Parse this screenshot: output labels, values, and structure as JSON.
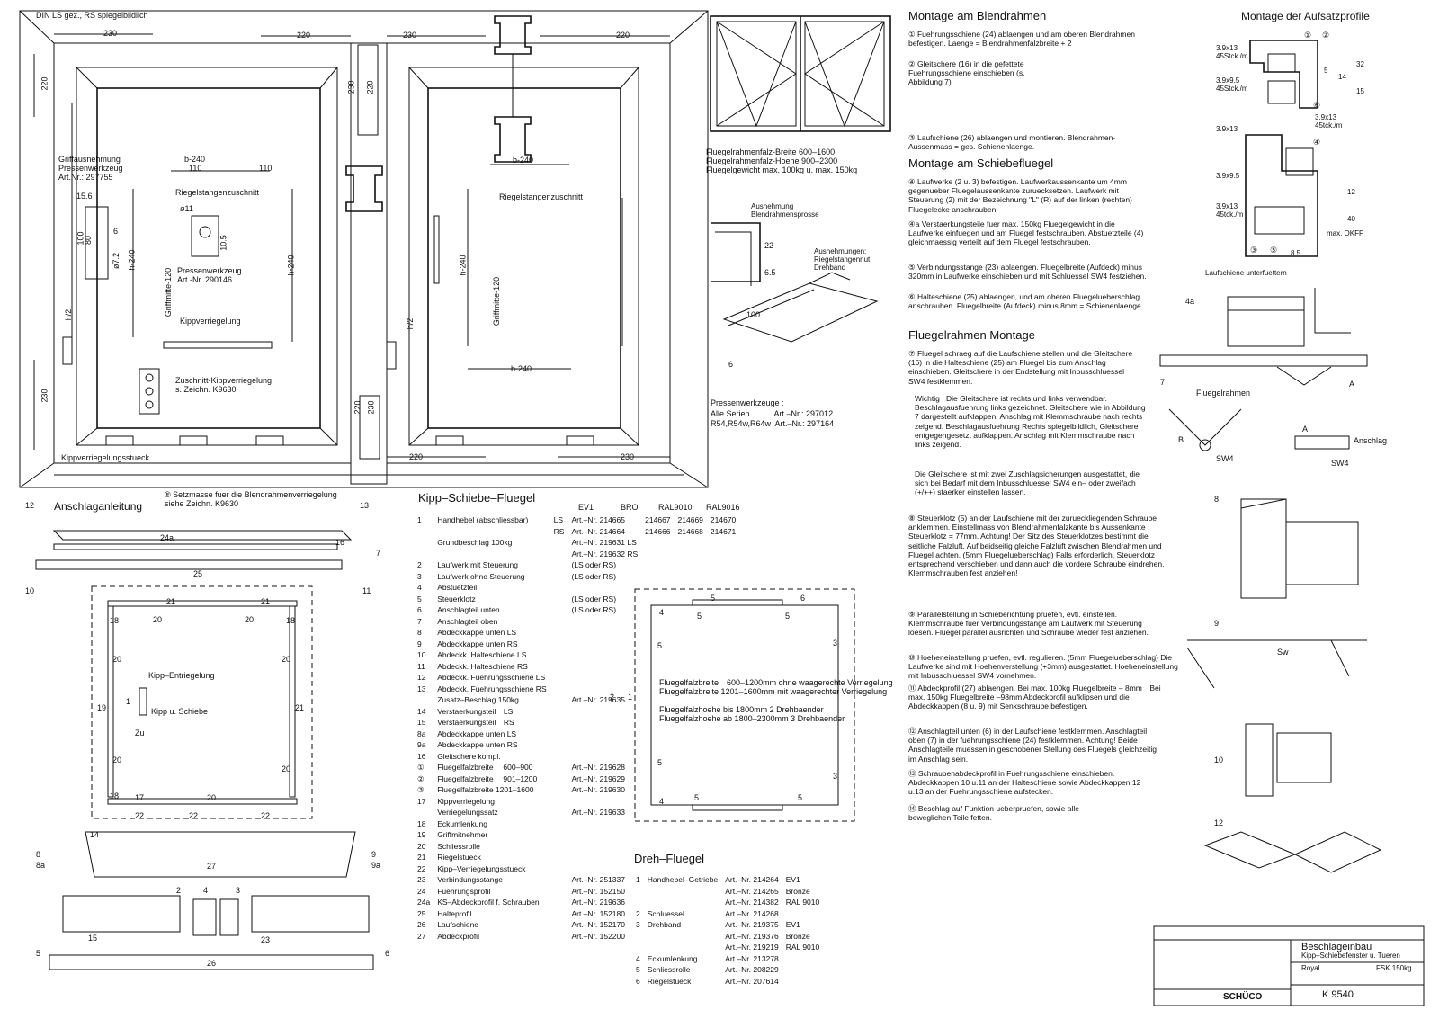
{
  "header": {
    "note": "DIN LS gez., RS spiegelbildlich"
  },
  "frame_drawing": {
    "dims": [
      "230",
      "220",
      "230",
      "220",
      "220",
      "230",
      "230",
      "220",
      "230",
      "220",
      "230",
      "220"
    ],
    "labels": {
      "griffausnehmung": [
        "Griffausnehmung",
        "Pressenwerkzeug",
        "Art.Nr.: 297755"
      ],
      "riegelstange_left": "Riegelstangenzuschnitt",
      "riegelstange_right": "Riegelstangenzuschnitt",
      "b240": "b-240",
      "d110": "110",
      "pressen": [
        "Pressenwerkzeug",
        "Art.-Nr. 290146"
      ],
      "kippverriegelung": "Kippverriegelung",
      "zuschnitt": [
        "Zuschnitt-Kippverriegelung",
        "s. Zeichn. K9630"
      ],
      "kippstueck": "Kippverriegelungsstueck",
      "h240": "h-240",
      "h2": "h/2",
      "griffmitte": "Griffmitte-120",
      "setzmasse": [
        "® Setzmasse fuer die Blendrahmenverriegelung",
        "siehe Zeichn. K9630"
      ],
      "d156": "15.6",
      "d100": "100",
      "d80": "80",
      "d72": "ø7.2",
      "d6": "6",
      "d11": "ø11",
      "d105": "10.5"
    }
  },
  "window_block": {
    "specs": [
      "Fluegelrahmenfalz-Breite 600–1600",
      "Fluegelrahmenfalz-Hoehe 900–2300",
      "Fluegelgewicht max. 100kg u. max. 150kg"
    ],
    "ausnehmung": [
      "Ausnehmung",
      "Blendrahmensprosse"
    ],
    "ausnehmungen": [
      "Ausnehmungen:",
      "Riegelstangennut",
      "Drehband"
    ],
    "d22": "22",
    "d65": "6.5",
    "d100": "100",
    "d6": "6",
    "pressen_title": "Pressenwerkzeuge :",
    "pressen_rows": [
      [
        "Alle Serien",
        "Art.–Nr.: 297012"
      ],
      [
        "R54,R54w,R64w",
        "Art.–Nr.: 297164"
      ]
    ]
  },
  "montage": {
    "blendrahmen_title": "Montage am Blendrahmen",
    "steps_blend": [
      {
        "n": "1",
        "text": "Fuehrungsschiene (24) ablaengen und am oberen Blendrahmen befestigen. Laenge = Blendrahmenfalzbreite + 2"
      },
      {
        "n": "2",
        "text": "Gleitschere (16) in die gefettete Fuehrungsschiene einschieben (s. Abbildung 7)"
      },
      {
        "n": "3",
        "text": "Laufschiene (26) ablaengen und montieren. Blendrahmen-Aussenmass = ges. Schienenlaenge."
      }
    ],
    "schiebe_title": "Montage am Schiebefluegel",
    "steps_schiebe": [
      {
        "n": "4",
        "text": "Laufwerke (2 u. 3) befestigen. Laufwerkaussenkante um 4mm gegenueber Fluegelaussenkante zuruecksetzen. Laufwerk mit Steuerung (2) mit der Bezeichnung \"L\" (R) auf der linken (rechten) Fluegelecke anschrauben."
      },
      {
        "n": "4a",
        "text": "Verstaerkungsteile fuer max. 150kg Fluegelgewicht in die Laufwerke einfuegen und am Fluegel festschrauben. Abstuetzteile (4) gleichmaessig verteilt auf dem Fluegel festschrauben."
      },
      {
        "n": "5",
        "text": "Verbindungsstange (23) ablaengen. Fluegelbreite (Aufdeck) minus 320mm in Laufwerke einschieben und mit Schluessel SW4 festziehen."
      },
      {
        "n": "6",
        "text": "Halteschiene (25) ablaengen, und am oberen Fluegelueberschlag anschrauben. Fluegelbreite (Aufdeck) minus 8mm = Schienenlaenge."
      }
    ],
    "fluegel_title": "Fluegelrahmen Montage",
    "steps_fluegel": [
      {
        "n": "7",
        "text": "Fluegel schraeg auf die Laufschiene stellen und die Gleitschere (16) in die Halteschiene (25) am Fluegel bis zum Anschlag einschieben. Gleitschere in der Endstellung mit Inbusschluessel SW4 festklemmen."
      },
      {
        "n": "",
        "text": "Wichtig ! Die Gleitschere ist rechts und links verwendbar. Beschlagausfuehrung links gezeichnet. Gleitschere wie in Abbildung 7 dargestellt aufklappen. Anschlag mit Klemmschraube nach rechts zeigend. Beschlagausfuehrung Rechts spiegelbildlich, Gleitschere entgegengesetzt aufklappen. Anschlag mit Klemmschraube nach links zeigend."
      },
      {
        "n": "",
        "text": "Die Gleitschere ist mit zwei Zuschlagsicherungen ausgestattet, die sich bei Bedarf mit dem Inbusschluessel SW4 ein– oder zweifach (+/++) staerker einstellen lassen."
      },
      {
        "n": "8",
        "text": "Steuerklotz (5) an der Laufschiene mit der zurueckliegenden Schraube anklemmen. Einstellmass von Blendrahmenfalzkante bis Aussenkante Steuerklotz = 77mm. Achtung! Der Sitz des Steuerklotzes bestimmt die seitliche Falzluft. Auf beidseitig gleiche Falzluft zwischen Blendrahmen und Fluegel achten. (5mm Fluegelueberschlag) Falls erforderlich, Steuerklotz entsprechend verschieben und dann auch die vordere Schraube eindrehen. Klemmschrauben fest anziehen!"
      },
      {
        "n": "9",
        "text": "Parallelstellung in Schieberichtung pruefen, evtl. einstellen. Klemmschraube fuer Verbindungsstange am Laufwerk mit Steuerung loesen. Fluegel parallel ausrichten und Schraube wieder fest anziehen."
      },
      {
        "n": "10",
        "text": "Hoeheneinstellung pruefen, evtl. regulieren. (5mm Fluegelueberschlag) Die Laufwerke sind mit Hoehenverstellung (+3mm) ausgestattet. Hoeheneinstellung mit Inbusschluessel SW4 vornehmen."
      },
      {
        "n": "11",
        "text": "Abdeckprofil (27) ablaengen. Bei max. 100kg Fluegelbreite – 8mm Bei max. 150kg Fluegelbreite –98mm Abdeckprofil aufklipsen und die Abdeckkappen (8 u. 9) mit Senkschraube befestigen."
      },
      {
        "n": "12",
        "text": "Anschlagteil unten (6) in der Laufschiene festklemmen. Anschlagteil oben (7) in der fuehrungsschiene (24) festklemmen. Achtung! Beide Anschlagteile muessen in geschobener Stellung des Fluegels gleichzeitig im Anschlag sein."
      },
      {
        "n": "13",
        "text": "Schraubenabdeckprofil in Fuehrungsschiene einschieben. Abdeckkappen 10 u.11 an der Halteschiene sowie Abdeckkappen 12 u.13 an der Fuehrungsschiene aufstecken."
      },
      {
        "n": "14",
        "text": "Beschlag auf Funktion ueberpruefen, sowie alle beweglichen Teile fetten."
      }
    ]
  },
  "aufsatz": {
    "title": "Montage der Aufsatzprofile",
    "labels": [
      "3.9x13",
      "45Stck./m",
      "3.9x9.5",
      "45Stck./m",
      "3.9x13",
      "45tck./m",
      "3.9x13",
      "3.9x9.5",
      "3.9x13",
      "45tck./m",
      "max. OKFF",
      "Laufschiene unterfuettern"
    ],
    "dims": [
      "5",
      "14",
      "32",
      "15",
      "12",
      "40",
      "8.5"
    ],
    "circles": [
      "1",
      "2",
      "6",
      "4",
      "3",
      "5"
    ]
  },
  "figures": {
    "fig7": "7",
    "fluegelrahmen": "Fluegelrahmen",
    "B": "B",
    "A": "A",
    "sw4": "SW4",
    "anschlag": "Anschlag",
    "fig8": "8",
    "fig9": "9",
    "fig10": "10",
    "fig12": "12",
    "fig4a": "4a",
    "sw": "Sw"
  },
  "anschlag": {
    "title": "Anschlaganleitung",
    "parts_top": [
      "12",
      "13",
      "24a",
      "16",
      "7",
      "25",
      "10",
      "11"
    ],
    "inner": [
      "21",
      "21",
      "20",
      "20",
      "18",
      "18",
      "20",
      "20",
      "19",
      "21",
      "20",
      "20",
      "17",
      "20",
      "18",
      "22",
      "22",
      "22",
      "1"
    ],
    "kipp_entriegelung": "Kipp–Entriegelung",
    "kipp_schiebe": "Kipp u. Schiebe",
    "zu": "Zu",
    "bottom": [
      "8",
      "8a",
      "14",
      "27",
      "9",
      "9a",
      "2",
      "4",
      "3",
      "15",
      "23",
      "5",
      "26",
      "6"
    ]
  },
  "dreh_diagram": {
    "nums": [
      "5",
      "6",
      "5",
      "5",
      "4",
      "3",
      "5",
      "5",
      "2",
      "1",
      "5",
      "3",
      "4",
      "5",
      "5"
    ],
    "notes": [
      "Fluegelfalzbreite 600–1200mm ohne waagerechte Verriegelung",
      "Fluegelfalzbreite 1201–1600mm mit waagerechter Verriegelung",
      "",
      "Fluegelfalzhoehe bis 1800mm 2 Drehbaender",
      "Fluegelfalzhoehe ab 1800–2300mm 3 Drehbaender"
    ]
  },
  "parts_list": {
    "title": "Kipp–Schiebe–Fluegel",
    "columns": [
      "EV1",
      "BRO",
      "RAL9010",
      "RAL9016"
    ],
    "rows": [
      [
        "1",
        "Handhebel (abschliessbar)",
        "LS",
        "Art.–Nr. 214665",
        "214667",
        "214669",
        "214670"
      ],
      [
        "",
        "",
        "RS",
        "Art.–Nr. 214664",
        "214666",
        "214668",
        "214671"
      ],
      [
        "",
        "",
        "",
        "",
        "",
        "",
        ""
      ],
      [
        "",
        "Grundbeschlag 100kg",
        "",
        "Art.–Nr. 219631 LS",
        "",
        "",
        ""
      ],
      [
        "",
        "",
        "",
        "Art.–Nr. 219632 RS",
        "",
        "",
        ""
      ],
      [
        "2",
        "Laufwerk mit Steuerung",
        "",
        "(LS oder RS)",
        "",
        "",
        ""
      ],
      [
        "3",
        "Laufwerk ohne Steuerung",
        "",
        "(LS oder RS)",
        "",
        "",
        ""
      ],
      [
        "4",
        "Abstuetzteil",
        "",
        "",
        "",
        "",
        ""
      ],
      [
        "5",
        "Steuerklotz",
        "",
        "(LS oder RS)",
        "",
        "",
        ""
      ],
      [
        "6",
        "Anschlagteil unten",
        "",
        "(LS oder RS)",
        "",
        "",
        ""
      ],
      [
        "7",
        "Anschlagteil oben",
        "",
        "",
        "",
        "",
        ""
      ],
      [
        "8",
        "Abdeckkappe unten LS",
        "",
        "",
        "",
        "",
        ""
      ],
      [
        "9",
        "Abdeckkappe unten RS",
        "",
        "",
        "",
        "",
        ""
      ],
      [
        "10",
        "Abdeckk. Halteschiene LS",
        "",
        "",
        "",
        "",
        ""
      ],
      [
        "11",
        "Abdeckk. Halteschiene RS",
        "",
        "",
        "",
        "",
        ""
      ],
      [
        "12",
        "Abdeckk. Fuehrungsschiene LS",
        "",
        "",
        "",
        "",
        ""
      ],
      [
        "13",
        "Abdeckk. Fuehrungsschiene RS",
        "",
        "",
        "",
        "",
        ""
      ],
      [
        "",
        "Zusatz–Beschlag 150kg",
        "",
        "Art.–Nr. 219635",
        "",
        "",
        ""
      ],
      [
        "14",
        "Verstaerkungsteil LS",
        "",
        "",
        "",
        "",
        ""
      ],
      [
        "15",
        "Verstaerkungsteil RS",
        "",
        "",
        "",
        "",
        ""
      ],
      [
        "8a",
        "Abdeckkappe unten LS",
        "",
        "",
        "",
        "",
        ""
      ],
      [
        "9a",
        "Abdeckkappe unten RS",
        "",
        "",
        "",
        "",
        ""
      ],
      [
        "16",
        "Gleitschere kompl.",
        "",
        "",
        "",
        "",
        ""
      ],
      [
        "①",
        "Fluegelfalzbreite  600–900",
        "",
        "Art.–Nr. 219628",
        "",
        "",
        ""
      ],
      [
        "②",
        "Fluegelfalzbreite  901–1200",
        "",
        "Art.–Nr. 219629",
        "",
        "",
        ""
      ],
      [
        "③",
        "Fluegelfalzbreite 1201–1600",
        "",
        "Art.–Nr. 219630",
        "",
        "",
        ""
      ],
      [
        "17",
        "Kippverriegelung",
        "",
        "",
        "",
        "",
        ""
      ],
      [
        "",
        "Verriegelungssatz",
        "",
        "Art.–Nr. 219633",
        "",
        "",
        ""
      ],
      [
        "18",
        "Eckumlenkung",
        "",
        "",
        "",
        "",
        ""
      ],
      [
        "19",
        "Griffmitnehmer",
        "",
        "",
        "",
        "",
        ""
      ],
      [
        "20",
        "Schliessrolle",
        "",
        "",
        "",
        "",
        ""
      ],
      [
        "21",
        "Riegelstueck",
        "",
        "",
        "",
        "",
        ""
      ],
      [
        "22",
        "Kipp–Verriegelungsstueck",
        "",
        "",
        "",
        "",
        ""
      ],
      [
        "",
        "",
        "",
        "",
        "",
        "",
        ""
      ],
      [
        "23",
        "Verbindungsstange",
        "",
        "Art.–Nr. 251337",
        "",
        "",
        ""
      ],
      [
        "24",
        "Fuehrungsprofil",
        "",
        "Art.–Nr. 152150",
        "",
        "",
        ""
      ],
      [
        "24a",
        "KS–Abdeckprofil f. Schrauben",
        "",
        "Art.–Nr. 219636",
        "",
        "",
        ""
      ],
      [
        "25",
        "Halteprofil",
        "",
        "Art.–Nr. 152180",
        "",
        "",
        ""
      ],
      [
        "26",
        "Laufschiene",
        "",
        "Art.–Nr. 152170",
        "",
        "",
        ""
      ],
      [
        "27",
        "Abdeckprofil",
        "",
        "Art.–Nr. 152200",
        "",
        "",
        ""
      ]
    ]
  },
  "dreh_list": {
    "title": "Dreh–Fluegel",
    "rows": [
      [
        "1",
        "Handhebel–Getriebe",
        "Art.–Nr. 214264",
        "EV1"
      ],
      [
        "",
        "",
        "Art.–Nr. 214265",
        "Bronze"
      ],
      [
        "",
        "",
        "Art.–Nr. 214382",
        "RAL 9010"
      ],
      [
        "2",
        "Schluessel",
        "Art.–Nr. 214268",
        ""
      ],
      [
        "3",
        "Drehband",
        "Art.–Nr. 219375",
        "EV1"
      ],
      [
        "",
        "",
        "Art.–Nr. 219376",
        "Bronze"
      ],
      [
        "",
        "",
        "Art.–Nr. 219219",
        "RAL 9010"
      ],
      [
        "4",
        "Eckumlenkung",
        "Art.–Nr. 213278",
        ""
      ],
      [
        "5",
        "Schliessrolle",
        "Art.–Nr. 208229",
        ""
      ],
      [
        "6",
        "Riegelstueck",
        "Art.–Nr. 207614",
        ""
      ]
    ]
  },
  "title_block": {
    "title": "Beschlageinbau",
    "subtitle": "Kipp–Schiebefenster u. Tueren",
    "series": "Royal",
    "weight": "FSK 150kg",
    "drawing_no": "K 9540",
    "company": "SCHÜCO"
  }
}
